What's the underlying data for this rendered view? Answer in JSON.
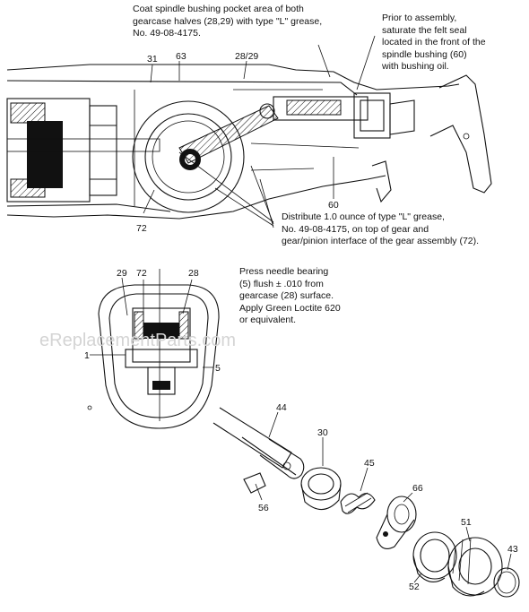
{
  "notes": {
    "spindle_pocket": "Coat spindle bushing pocket area of both\ngearcase  halves (28,29) with type \"L\" grease,\nNo. 49-08-4175.",
    "felt_seal": "Prior to assembly,\nsaturate the felt seal\nlocated in the front of the\nspindle bushing (60)\nwith bushing oil.",
    "distribute": "Distribute 1.0 ounce of type \"L\" grease,\nNo. 49-08-4175, on top of gear and\ngear/pinion interface of the gear assembly (72).",
    "needle_bearing": "Press needle bearing\n(5) flush ± .010 from\ngearcase (28) surface.\nApply Green Loctite 620\nor equivalent."
  },
  "callouts": {
    "c31": "31",
    "c63": "63",
    "c28_29": "28/29",
    "c60": "60",
    "c72_top": "72",
    "c29": "29",
    "c72_mid": "72",
    "c28": "28",
    "c1": "1",
    "c5": "5",
    "c44": "44",
    "c30": "30",
    "c45": "45",
    "c66": "66",
    "c56": "56",
    "c52": "52",
    "c51": "51",
    "c43": "43"
  },
  "watermark": "eReplacementParts.com"
}
